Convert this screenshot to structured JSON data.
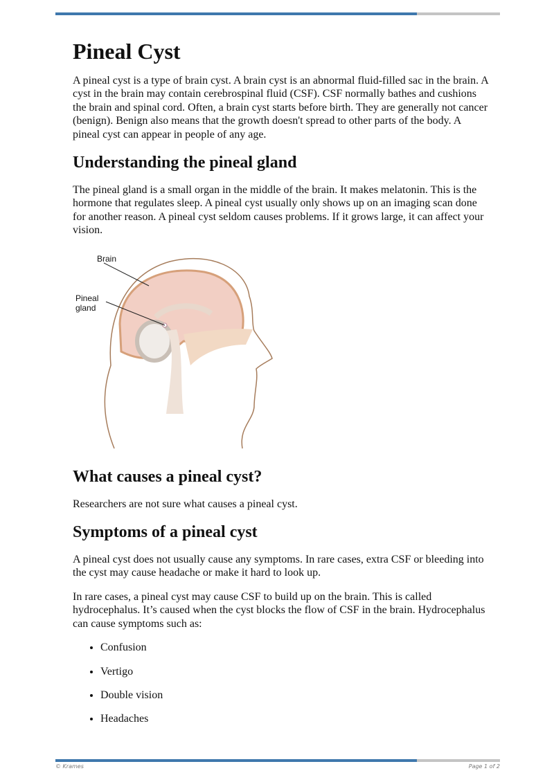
{
  "title": "Pineal Cyst",
  "intro": "A pineal cyst is a type of brain cyst. A brain cyst is an abnormal fluid-filled sac in the brain. A cyst in the brain may contain cerebrospinal fluid (CSF). CSF normally bathes and cushions the brain and spinal cord. Often, a brain cyst starts before birth. They are generally not cancer (benign). Benign also means that the growth doesn't spread to other parts of the body. A pineal cyst can appear in people of any age.",
  "sections": [
    {
      "heading": "Understanding the pineal gland",
      "paragraphs": [
        "The pineal gland is a small organ in the middle of the brain. It makes melatonin. This is the hormone that regulates sleep. A pineal cyst usually only shows up on an imaging scan done for another reason. A pineal cyst seldom causes problems. If it grows large, it can affect your vision."
      ]
    },
    {
      "heading": "What causes a pineal cyst?",
      "paragraphs": [
        "Researchers are not sure what causes a pineal cyst."
      ]
    },
    {
      "heading": "Symptoms of a pineal cyst",
      "paragraphs": [
        "A pineal cyst does not usually cause any symptoms. In rare cases, extra CSF or bleeding into the cyst may cause headache or make it hard to look up.",
        "In rare cases, a pineal cyst may cause CSF to build up on the brain. This is called hydrocephalus. It’s caused when the cyst blocks the flow of CSF in the brain. Hydrocephalus can cause symptoms such as:"
      ],
      "bullets": [
        "Confusion",
        "Vertigo",
        "Double vision",
        "Headaches"
      ]
    }
  ],
  "figure": {
    "labels": {
      "brain": "Brain",
      "pineal_1": "Pineal",
      "pineal_2": "gland"
    }
  },
  "footer": {
    "left": "© Krames",
    "right": "Page 1 of 2"
  },
  "colors": {
    "accent": "#3f78ad",
    "track": "#c4c4c4"
  }
}
